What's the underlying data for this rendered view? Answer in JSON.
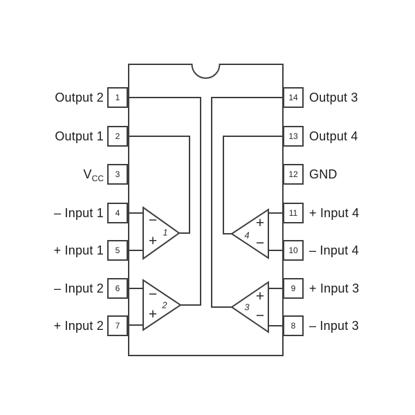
{
  "diagram_type": "ic-pinout-quad-opamp-14pin-dip",
  "colors": {
    "background": "#ffffff",
    "line": "#3f3f3f",
    "text": "#1b1b1b"
  },
  "package": {
    "notch": "top-center-semicircle"
  },
  "pins": {
    "left": [
      {
        "num": "1",
        "label": "Output 2",
        "sub": ""
      },
      {
        "num": "2",
        "label": "Output 1",
        "sub": ""
      },
      {
        "num": "3",
        "label": "V",
        "sub": "CC"
      },
      {
        "num": "4",
        "label": "– Input 1",
        "sub": ""
      },
      {
        "num": "5",
        "label": "+ Input 1",
        "sub": ""
      },
      {
        "num": "6",
        "label": "– Input 2",
        "sub": ""
      },
      {
        "num": "7",
        "label": "+ Input 2",
        "sub": ""
      }
    ],
    "right": [
      {
        "num": "14",
        "label": "Output 3"
      },
      {
        "num": "13",
        "label": "Output 4"
      },
      {
        "num": "12",
        "label": "GND"
      },
      {
        "num": "11",
        "label": "+ Input 4"
      },
      {
        "num": "10",
        "label": "– Input 4"
      },
      {
        "num": "9",
        "label": "+ Input 3"
      },
      {
        "num": "8",
        "label": "– Input 3"
      }
    ]
  },
  "amps": [
    {
      "num": "1",
      "top_sign": "−",
      "bottom_sign": "+",
      "points": "right"
    },
    {
      "num": "2",
      "top_sign": "−",
      "bottom_sign": "+",
      "points": "right"
    },
    {
      "num": "3",
      "top_sign": "+",
      "bottom_sign": "−",
      "points": "left"
    },
    {
      "num": "4",
      "top_sign": "+",
      "bottom_sign": "−",
      "points": "left"
    }
  ]
}
